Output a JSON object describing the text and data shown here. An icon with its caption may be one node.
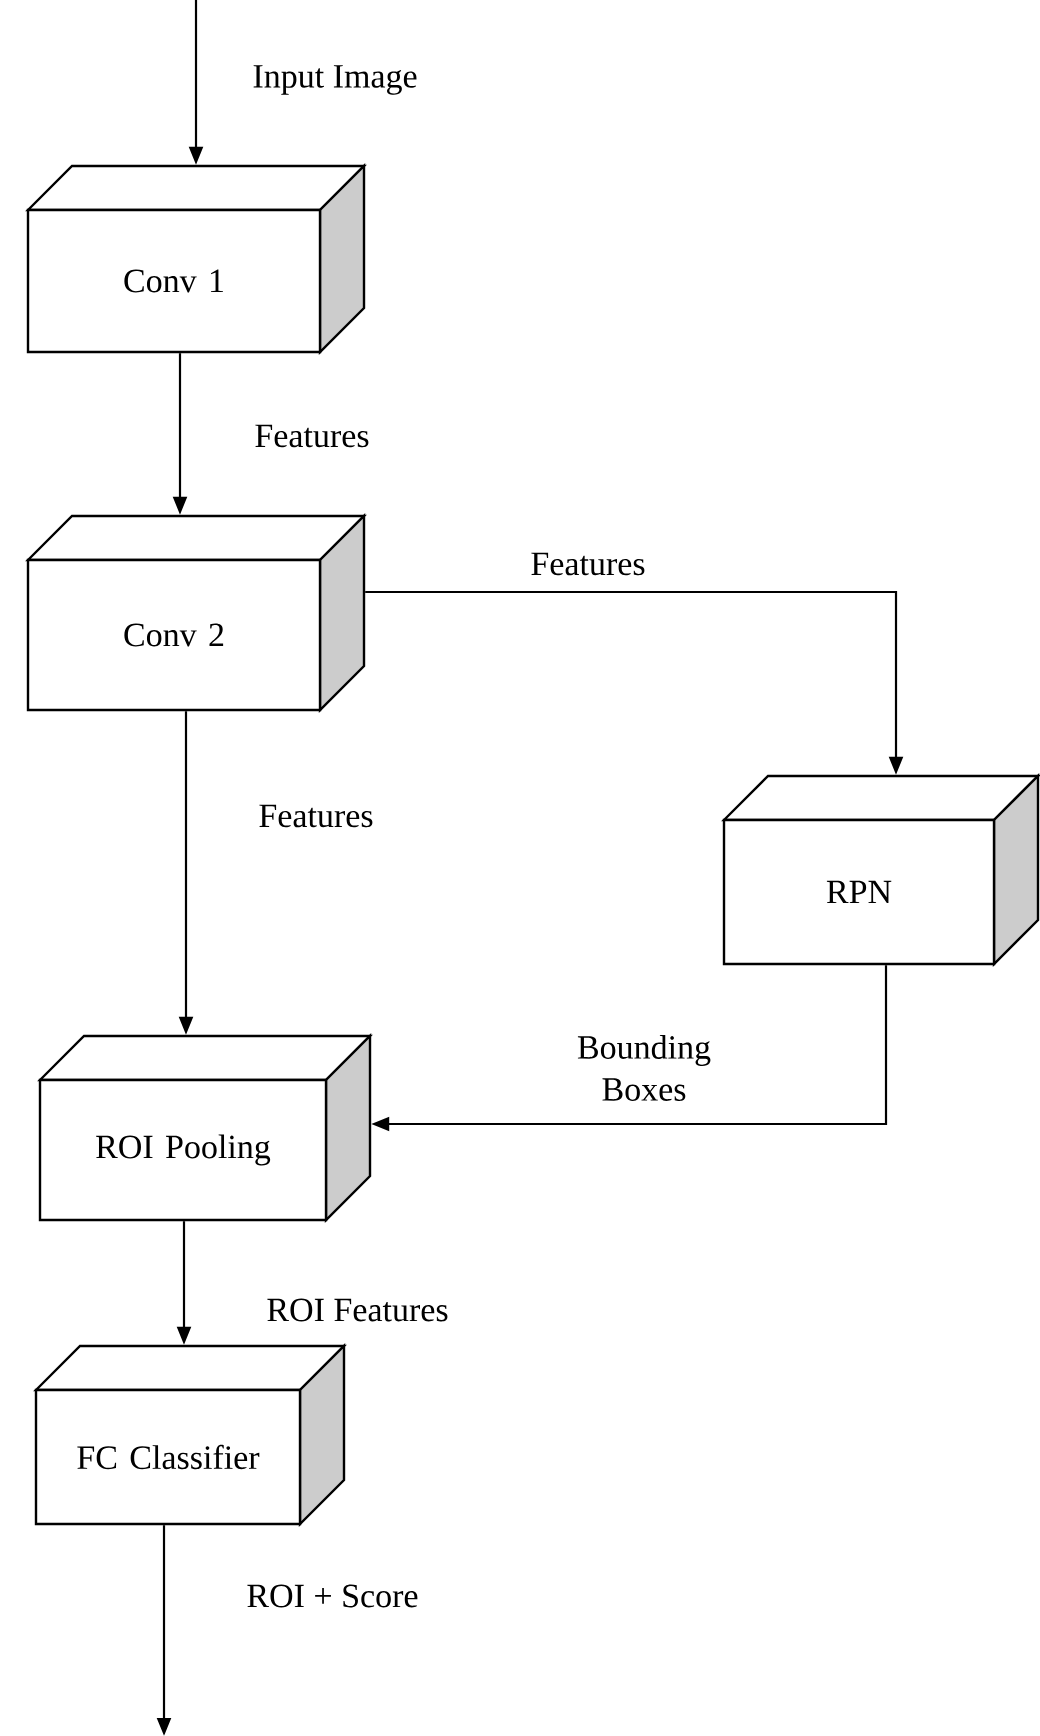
{
  "diagram": {
    "nodes": [
      {
        "text": [
          "Conv 1"
        ]
      },
      {
        "text": [
          "Conv 2"
        ]
      },
      {
        "text": [
          "RPN"
        ]
      },
      {
        "text": [
          "ROI Pooling"
        ]
      },
      {
        "text": [
          "FC Classifier"
        ]
      }
    ],
    "edges": [
      {
        "from": null,
        "to": 0,
        "arrow": "to",
        "label": "Input Image"
      },
      {
        "from": 0,
        "to": 1,
        "arrow": "to",
        "label": "Features"
      },
      {
        "from": 1,
        "to": 2,
        "arrow": "to",
        "label": "Features"
      },
      {
        "from": 1,
        "to": 3,
        "arrow": "to",
        "label": "Features"
      },
      {
        "from": 2,
        "to": 3,
        "arrow": "to",
        "label": "Bounding Boxes"
      },
      {
        "from": 3,
        "to": 4,
        "arrow": "to",
        "label": "ROI Features"
      },
      {
        "from": 4,
        "to": null,
        "arrow": "to",
        "label": "ROI + Score"
      }
    ]
  }
}
